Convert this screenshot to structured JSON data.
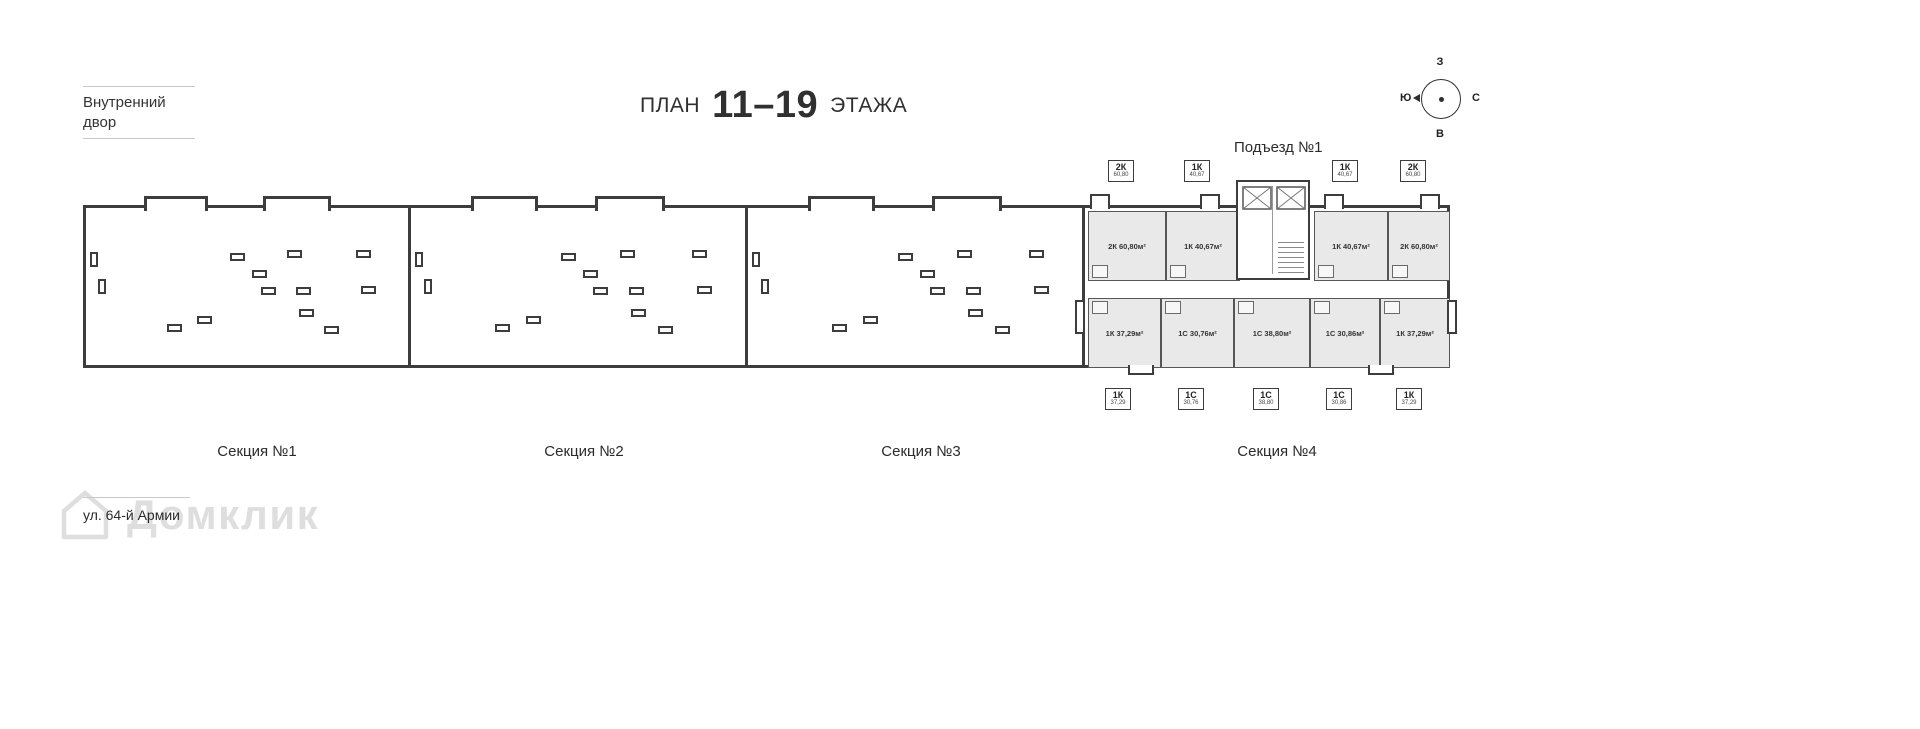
{
  "header": {
    "plan_label": "ПЛАН",
    "floors": "11–19",
    "floor_word": "ЭТАЖА"
  },
  "environment": {
    "courtyard": "Внутренний двор",
    "street": "ул. 64-й Армии"
  },
  "entrance_label": "Подъезд №1",
  "compass": {
    "n": "С",
    "s": "Ю",
    "w": "З",
    "e": "В"
  },
  "section_labels": [
    "Секция №1",
    "Секция №2",
    "Секция №3",
    "Секция №4"
  ],
  "watermark": {
    "text": "Домклик",
    "icon": "house-icon"
  },
  "section4": {
    "top_units": [
      {
        "type": "2К",
        "area": "60,80м²"
      },
      {
        "type": "1К",
        "area": "40,67м²"
      },
      {
        "type": "1К",
        "area": "40,67м²"
      },
      {
        "type": "2К",
        "area": "60,80м²"
      }
    ],
    "bottom_units": [
      {
        "type": "1К",
        "area": "37,29м²"
      },
      {
        "type": "1С",
        "area": "30,76м²"
      },
      {
        "type": "1С",
        "area": "38,80м²"
      },
      {
        "type": "1С",
        "area": "30,86м²"
      },
      {
        "type": "1К",
        "area": "37,29м²"
      }
    ],
    "top_badges": [
      {
        "type": "2К",
        "area": "60,80"
      },
      {
        "type": "1К",
        "area": "40,67"
      },
      {
        "type": "1К",
        "area": "40,67"
      },
      {
        "type": "2К",
        "area": "60,80"
      }
    ],
    "bottom_badges": [
      {
        "type": "1К",
        "area": "37,29"
      },
      {
        "type": "1С",
        "area": "30,76"
      },
      {
        "type": "1С",
        "area": "38,80"
      },
      {
        "type": "1С",
        "area": "30,86"
      },
      {
        "type": "1К",
        "area": "37,29"
      }
    ]
  },
  "plan_windows": [
    [
      0.012,
      0.28,
      "v"
    ],
    [
      0.038,
      0.455,
      "v"
    ],
    [
      0.25,
      0.74,
      "h"
    ],
    [
      0.345,
      0.685,
      "h"
    ],
    [
      0.448,
      0.285,
      "h"
    ],
    [
      0.515,
      0.395,
      "h"
    ],
    [
      0.545,
      0.5,
      "h"
    ],
    [
      0.625,
      0.27,
      "h"
    ],
    [
      0.652,
      0.505,
      "h"
    ],
    [
      0.66,
      0.645,
      "h"
    ],
    [
      0.74,
      0.75,
      "h"
    ],
    [
      0.84,
      0.27,
      "h"
    ],
    [
      0.855,
      0.495,
      "h"
    ]
  ],
  "colors": {
    "wall": "#3d3d3d",
    "room_fill": "#e9e9e9",
    "text": "#2b2b2b",
    "watermark": "#dedede",
    "line": "#c9c9c9"
  }
}
